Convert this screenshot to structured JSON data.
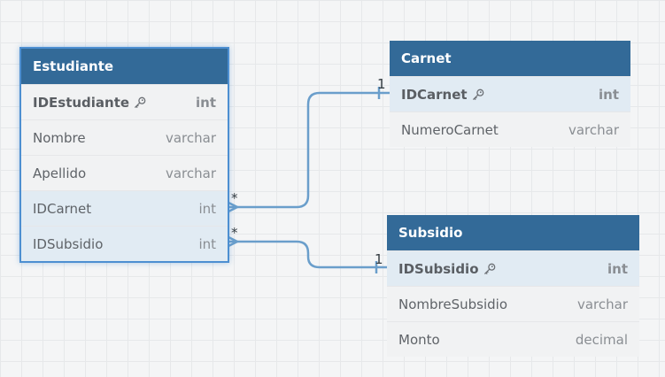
{
  "tables": [
    {
      "name": "Estudiante",
      "fields": [
        {
          "name": "IDEstudiante",
          "type": "int",
          "pk": true
        },
        {
          "name": "Nombre",
          "type": "varchar"
        },
        {
          "name": "Apellido",
          "type": "varchar"
        },
        {
          "name": "IDCarnet",
          "type": "int",
          "fk": true
        },
        {
          "name": "IDSubsidio",
          "type": "int",
          "fk": true
        }
      ]
    },
    {
      "name": "Carnet",
      "fields": [
        {
          "name": "IDCarnet",
          "type": "int",
          "pk": true
        },
        {
          "name": "NumeroCarnet",
          "type": "varchar"
        }
      ]
    },
    {
      "name": "Subsidio",
      "fields": [
        {
          "name": "IDSubsidio",
          "type": "int",
          "pk": true
        },
        {
          "name": "NombreSubsidio",
          "type": "varchar"
        },
        {
          "name": "Monto",
          "type": "decimal"
        }
      ]
    }
  ],
  "relationships": [
    {
      "from": "Estudiante.IDCarnet",
      "to": "Carnet.IDCarnet",
      "from_cardinality": "*",
      "to_cardinality": "1"
    },
    {
      "from": "Estudiante.IDSubsidio",
      "to": "Subsidio.IDSubsidio",
      "from_cardinality": "*",
      "to_cardinality": "1"
    }
  ],
  "colors": {
    "header": "#336a98",
    "connector": "#6a9ecb",
    "selection": "#4d8fd1"
  },
  "icons": {
    "primary_key": "key-icon"
  }
}
